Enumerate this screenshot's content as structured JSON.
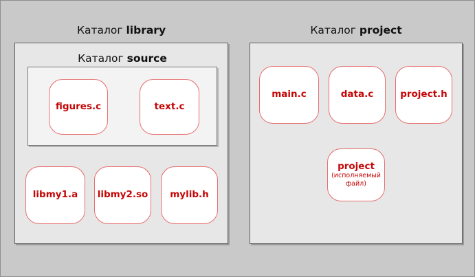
{
  "colors": {
    "canvas_bg": "#c9c9c9",
    "canvas_border": "#8f8f8f",
    "panel_bg": "#e7e7e7",
    "panel_border": "#5e5e5e",
    "inner_panel_bg": "#f3f3f3",
    "inner_panel_border": "#787878",
    "file_bg": "#ffffff",
    "file_border": "#e66e6e",
    "file_text": "#c40606",
    "title_text": "#111111"
  },
  "titles": {
    "library": {
      "prefix": "Каталог",
      "name": "library"
    },
    "source": {
      "prefix": "Каталог",
      "name": "source"
    },
    "project": {
      "prefix": "Каталог",
      "name": "project"
    }
  },
  "library": {
    "source_files": [
      {
        "label": "figures.c"
      },
      {
        "label": "text.c"
      }
    ],
    "files": [
      {
        "label": "libmy1.a"
      },
      {
        "label": "libmy2.so"
      },
      {
        "label": "mylib.h"
      }
    ]
  },
  "project": {
    "files": [
      {
        "label": "main.c"
      },
      {
        "label": "data.c"
      },
      {
        "label": "project.h"
      }
    ],
    "executable": {
      "label": "project",
      "note": "(исполняемый файл)"
    }
  }
}
